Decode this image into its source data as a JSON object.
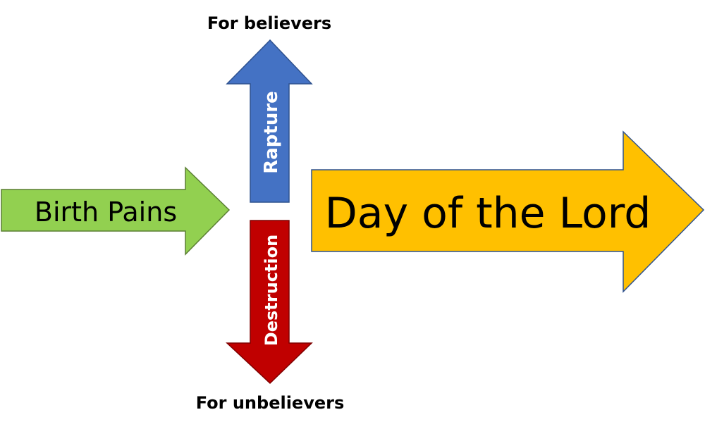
{
  "labels": {
    "top_caption": "For believers",
    "bottom_caption": "For unbelievers",
    "birth_pains": "Birth Pains",
    "rapture": "Rapture",
    "destruction": "Destruction",
    "day_of_the_lord": "Day of the Lord"
  },
  "colors": {
    "birth_pains_fill": "#92D050",
    "birth_pains_stroke": "#5B7F34",
    "rapture_fill": "#4472C4",
    "rapture_stroke": "#2F528F",
    "destruction_fill": "#C00000",
    "destruction_stroke": "#7F0000",
    "day_fill": "#FFC000",
    "day_stroke": "#2F528F",
    "dark_text": "#000000",
    "light_text": "#FFFFFF"
  }
}
